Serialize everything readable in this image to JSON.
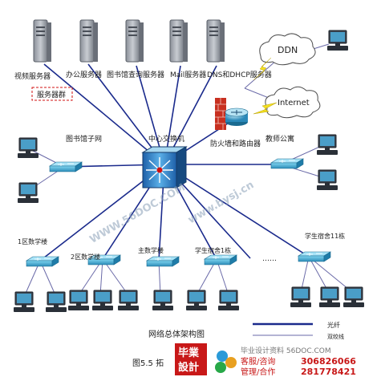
{
  "servers": [
    {
      "label": "视频服务器"
    },
    {
      "label": "办公服务器"
    },
    {
      "label": "图书馆查询服务器"
    },
    {
      "label": "Mail服务器"
    },
    {
      "label": "DNS和DHCP服务器"
    }
  ],
  "server_group_label": "服务器群",
  "clouds": {
    "ddn": "DDN",
    "internet": "Internet"
  },
  "core_switch_label": "中心交换机",
  "firewall_label": "防火墙和路由器",
  "library_label": "图书馆子网",
  "teacher_label": "教师公寓",
  "bottom_labels": {
    "zone1": "1区数学楼",
    "zone2": "2区数学楼",
    "main": "主数学楼",
    "dorm1": "学生宿舍1栋",
    "dots": "……",
    "dorm11": "学生宿舍11栋"
  },
  "diagram_title": "网络总体架构图",
  "figure_caption": "图5.5 拓",
  "legend": {
    "fiber": "光纤",
    "twisted": "双绞线"
  },
  "watermark": {
    "url": "WWW.56DOC.COM",
    "url2": "www.bysj.cn",
    "site": "毕业设计资料 56DOC.COM",
    "logo_top": "毕業",
    "logo_bottom": "設計",
    "service": "客服/咨询",
    "cooperate": "管理/合作",
    "qq1": "306826066",
    "qq2": "281778421"
  },
  "colors": {
    "fiber": "#1a2a8c",
    "twisted": "#6a6aa8",
    "accent": "#d01010",
    "switch": "#3ab0d8"
  }
}
